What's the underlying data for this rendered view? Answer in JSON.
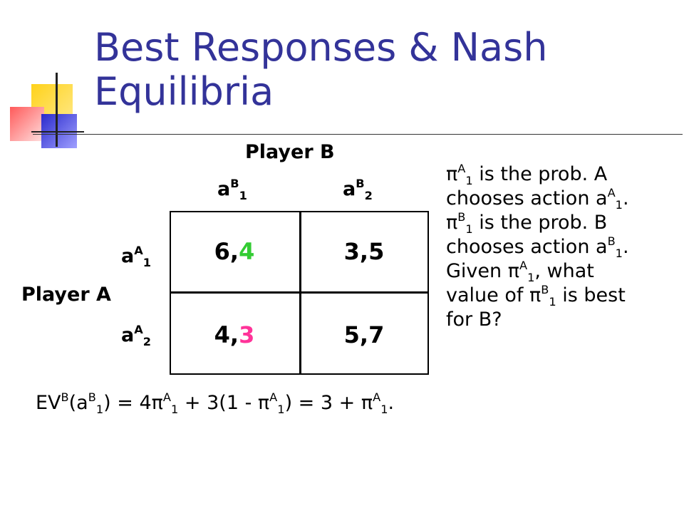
{
  "slide": {
    "title": "Best Responses & Nash Equilibria"
  },
  "game": {
    "player_b_label": "Player B",
    "player_a_label": "Player A",
    "col_action_base": "a",
    "col_action_player": "B",
    "row_action_player": "A",
    "col1_index": "1",
    "col2_index": "2",
    "row1_index": "1",
    "row2_index": "2",
    "cells": {
      "r1c1_a": "6,",
      "r1c1_b": "4",
      "r1c2": "3,5",
      "r2c1_a": "4,",
      "r2c1_b": "3",
      "r2c2": "5,7"
    },
    "colors": {
      "green": "#33cc33",
      "magenta": "#ff3399"
    }
  },
  "note": {
    "pi": "π",
    "line1_rest": " is the prob. A",
    "line2": "chooses action a",
    "line3_rest": " is the prob. B",
    "line4": "chooses action a",
    "line5_a": "Given ",
    "line5_b": ", what",
    "line6_a": "value of ",
    "line6_b": " is best",
    "line7": "for B?"
  },
  "equation": {
    "ev": "EV",
    "p1": "(a",
    "p2": ") = 4",
    "p3": " + 3(1 - ",
    "p4": ") = 3 + ",
    "p5": "."
  },
  "colors": {
    "title": "#333399"
  }
}
